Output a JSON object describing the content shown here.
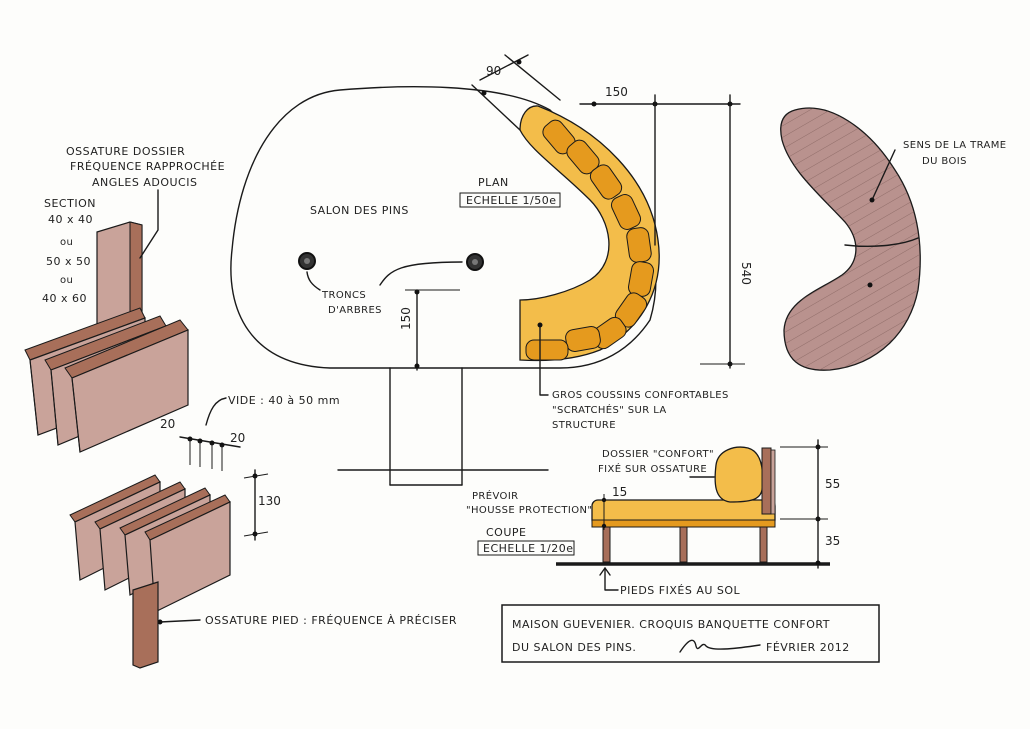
{
  "colors": {
    "paper": "#fdfdfb",
    "ink": "#1a1a1a",
    "cushion": "#f2b33a",
    "cushion_dark": "#e59a1e",
    "bench": "#f3bd4a",
    "wood": "#a86f5a",
    "wood_light": "#c9a39a",
    "structure": "#b9928e"
  },
  "left_sketch": {
    "backrest_note": [
      "OSSATURE DOSSIER",
      "FRÉQUENCE RAPPROCHÉE",
      "ANGLES ADOUCIS"
    ],
    "section": [
      "SECTION",
      "40 x 40",
      "ou",
      "50 x 50",
      "ou",
      "40 x 60"
    ],
    "gap_note": "VIDE : 40 à 50 mm",
    "dim_left": "20",
    "dim_right": "20",
    "dim_height": "130",
    "foot_note": "OSSATURE PIED : FRÉQUENCE À PRÉCISER"
  },
  "plan": {
    "room_label": "SALON DES PINS",
    "plan_title": "PLAN",
    "plan_scale": "ECHELLE 1/50e",
    "trunks_label": [
      "TRONCS",
      "D'ARBRES"
    ],
    "dim_angle": "90",
    "dim_width": "150",
    "dim_length": "540",
    "dim_depth": "150",
    "cushions_note": [
      "GROS COUSSINS CONFORTABLES",
      "\"SCRATCHÉS\" SUR LA",
      "STRUCTURE"
    ]
  },
  "structure_view": {
    "note": [
      "SENS DE LA TRAME",
      "DU BOIS"
    ]
  },
  "section_view": {
    "backrest_note": [
      "DOSSIER \"CONFORT\"",
      "FIXÉ SUR OSSATURE"
    ],
    "cover_note": [
      "PRÉVOIR",
      "\"HOUSSE PROTECTION\""
    ],
    "section_title": "COUPE",
    "section_scale": "ECHELLE 1/20e",
    "dim_15": "15",
    "dim_55": "55",
    "dim_35": "35",
    "feet_note": "PIEDS FIXÉS AU SOL"
  },
  "title_block": {
    "line1": "MAISON GUEVENIER. CROQUIS BANQUETTE CONFORT",
    "line2": "DU SALON DES PINS.",
    "date": "FÉVRIER 2012"
  }
}
